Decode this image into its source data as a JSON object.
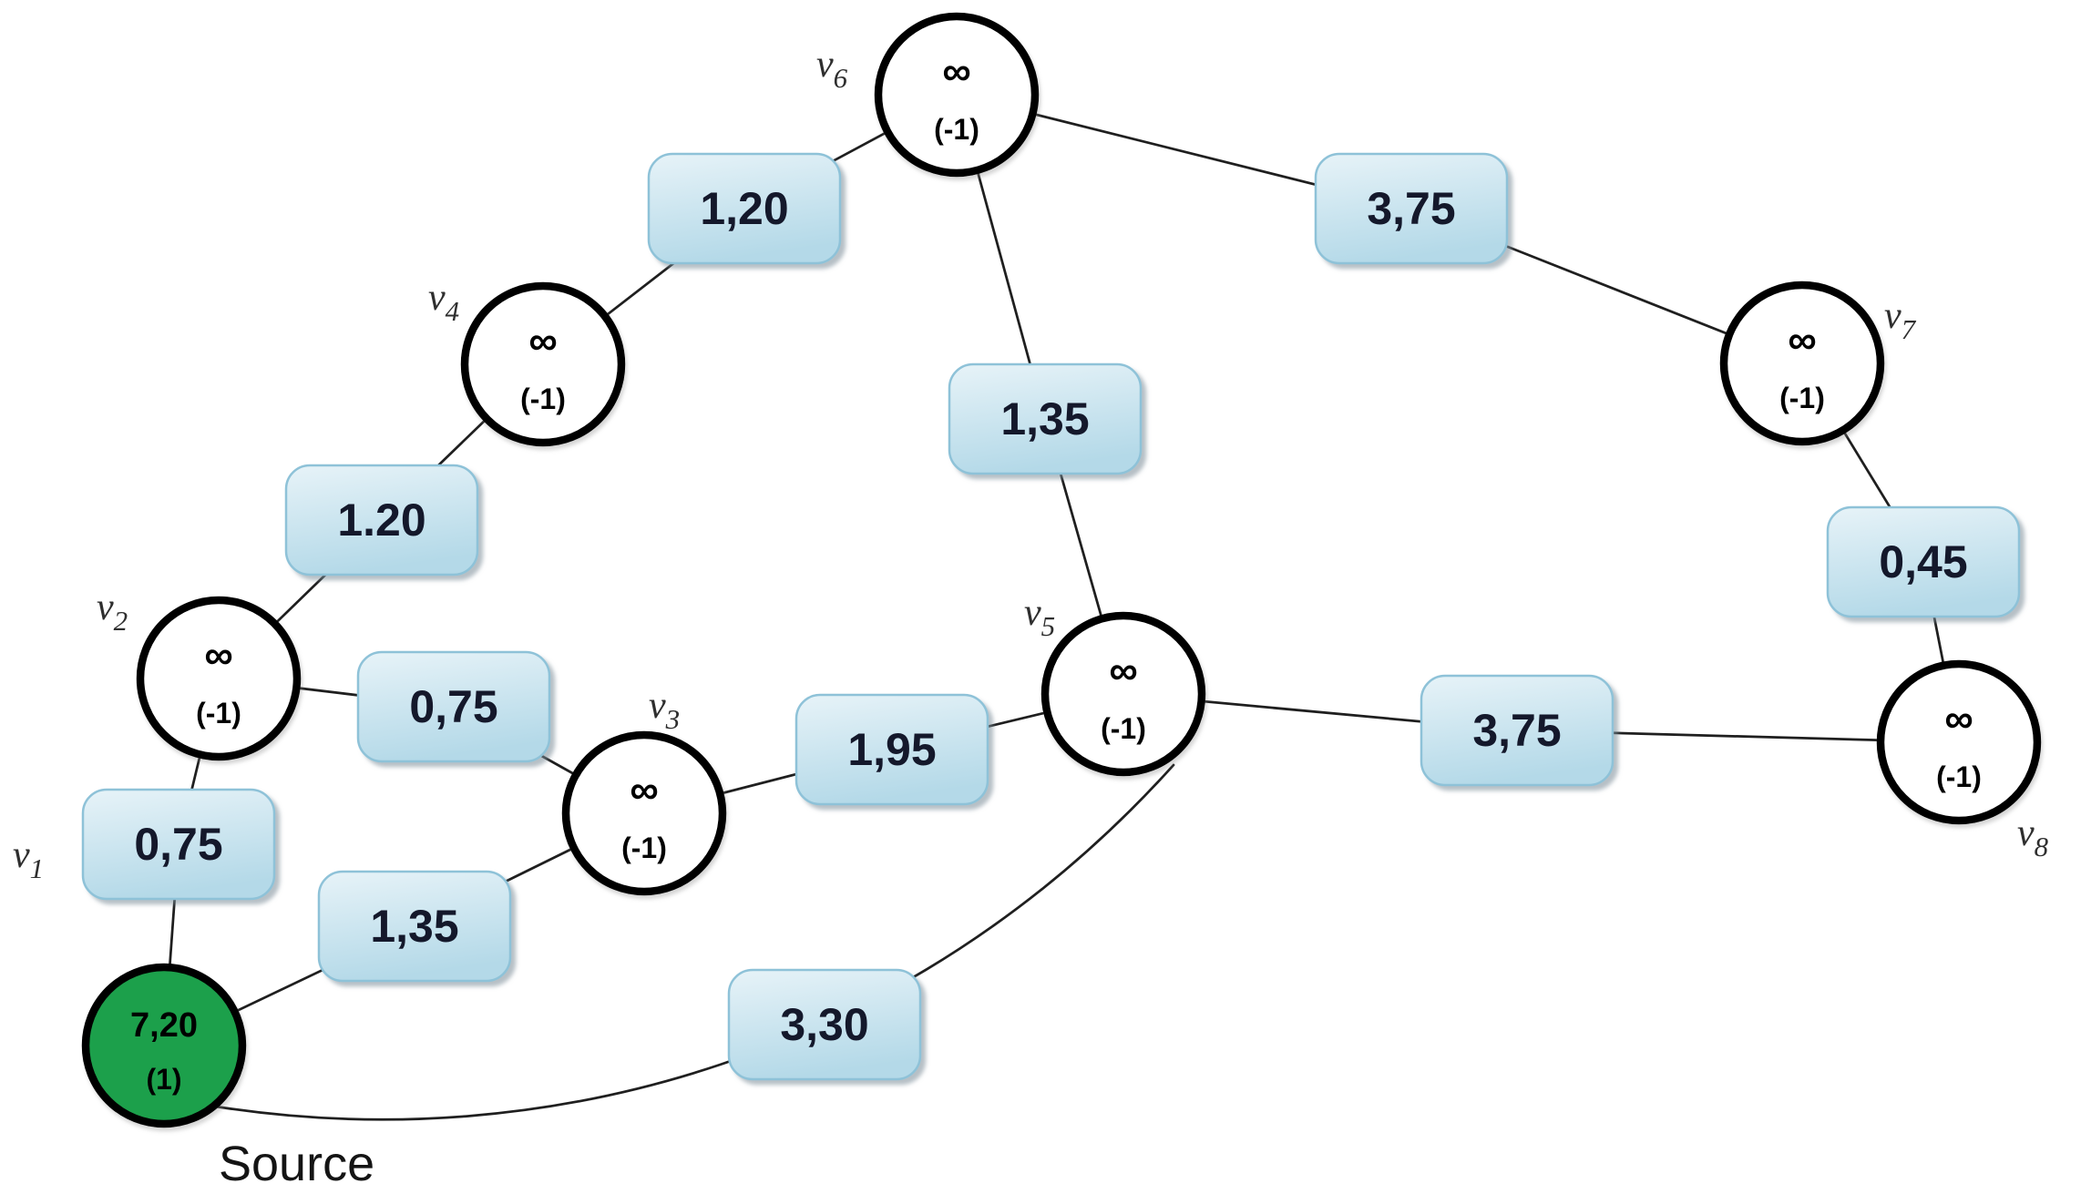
{
  "caption": {
    "source": "Source"
  },
  "nodes": [
    {
      "id": "v1",
      "label": "v",
      "sub": "1",
      "dist": "7,20",
      "pred": "(1)",
      "role": "source"
    },
    {
      "id": "v2",
      "label": "v",
      "sub": "2",
      "dist": "∞",
      "pred": "(-1)",
      "role": "normal"
    },
    {
      "id": "v3",
      "label": "v",
      "sub": "3",
      "dist": "∞",
      "pred": "(-1)",
      "role": "normal"
    },
    {
      "id": "v4",
      "label": "v",
      "sub": "4",
      "dist": "∞",
      "pred": "(-1)",
      "role": "normal"
    },
    {
      "id": "v5",
      "label": "v",
      "sub": "5",
      "dist": "∞",
      "pred": "(-1)",
      "role": "normal"
    },
    {
      "id": "v6",
      "label": "v",
      "sub": "6",
      "dist": "∞",
      "pred": "(-1)",
      "role": "normal"
    },
    {
      "id": "v7",
      "label": "v",
      "sub": "7",
      "dist": "∞",
      "pred": "(-1)",
      "role": "normal"
    },
    {
      "id": "v8",
      "label": "v",
      "sub": "8",
      "dist": "∞",
      "pred": "(-1)",
      "role": "normal"
    }
  ],
  "edges": [
    {
      "from": "v1",
      "to": "v2",
      "weight": "0,75"
    },
    {
      "from": "v2",
      "to": "v4",
      "weight": "1.20"
    },
    {
      "from": "v4",
      "to": "v6",
      "weight": "1,20"
    },
    {
      "from": "v6",
      "to": "v7",
      "weight": "3,75"
    },
    {
      "from": "v7",
      "to": "v8",
      "weight": "0,45"
    },
    {
      "from": "v5",
      "to": "v8",
      "weight": "3,75"
    },
    {
      "from": "v2",
      "to": "v3",
      "weight": "0,75"
    },
    {
      "from": "v1",
      "to": "v3",
      "weight": "1,35"
    },
    {
      "from": "v3",
      "to": "v5",
      "weight": "1,95"
    },
    {
      "from": "v6",
      "to": "v5",
      "weight": "1,35"
    },
    {
      "from": "v1",
      "to": "v5",
      "weight": "3,30"
    }
  ],
  "colors": {
    "source_fill": "#1ea04b",
    "node_fill": "#ffffff",
    "node_stroke": "#000000",
    "edge": "#1f1f1f",
    "box_top": "#e7f3f8",
    "box_bottom": "#b4d9e8",
    "box_border": "#8ec2d8"
  }
}
